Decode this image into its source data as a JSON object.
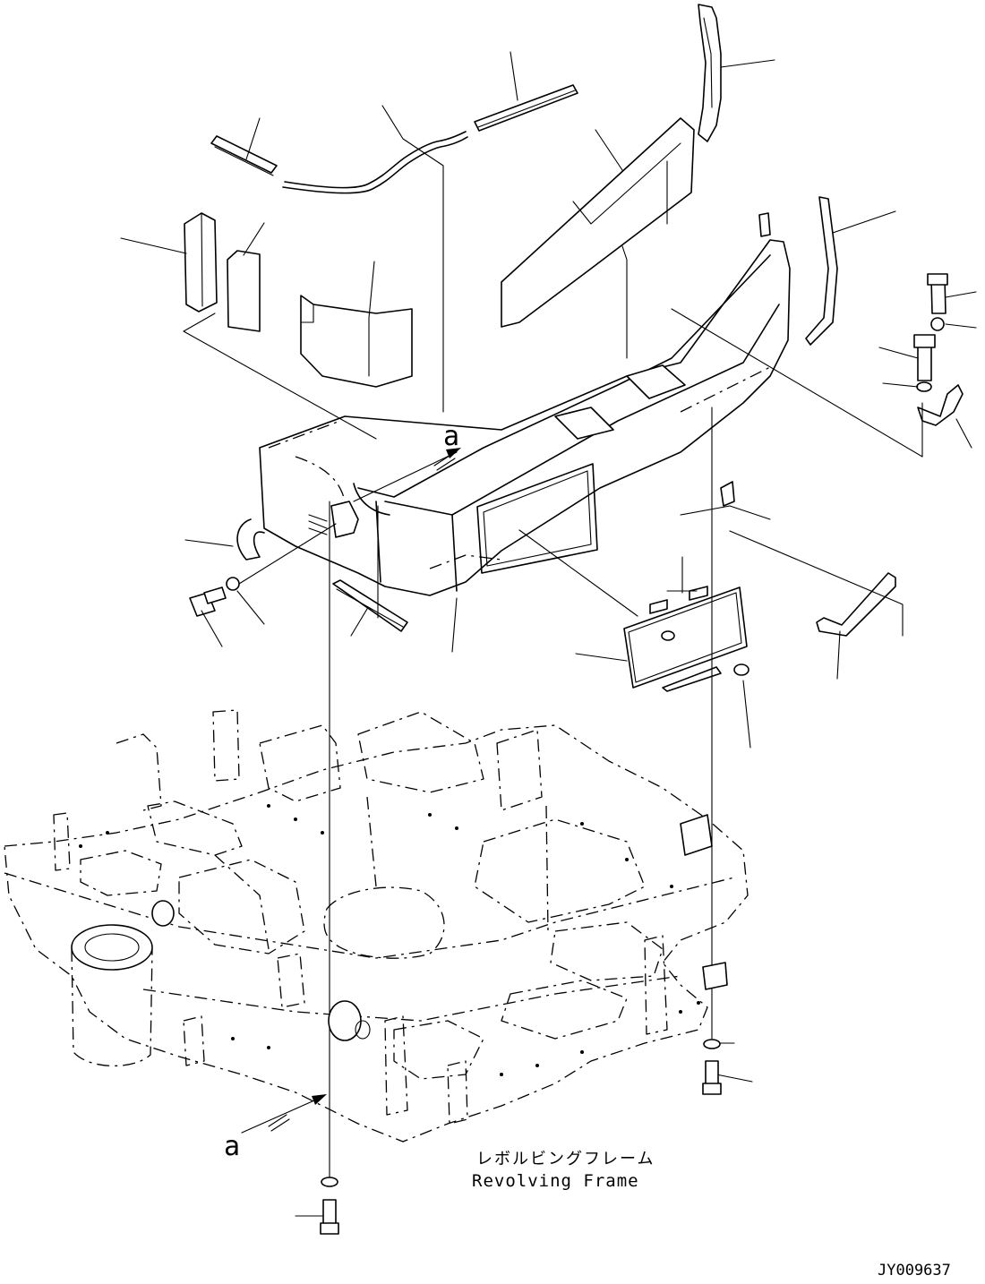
{
  "diagram": {
    "view_marker": "a",
    "frame_label_jp": "レボルビングフレーム",
    "frame_label_en": "Revolving Frame",
    "drawing_id": "JY009637"
  }
}
